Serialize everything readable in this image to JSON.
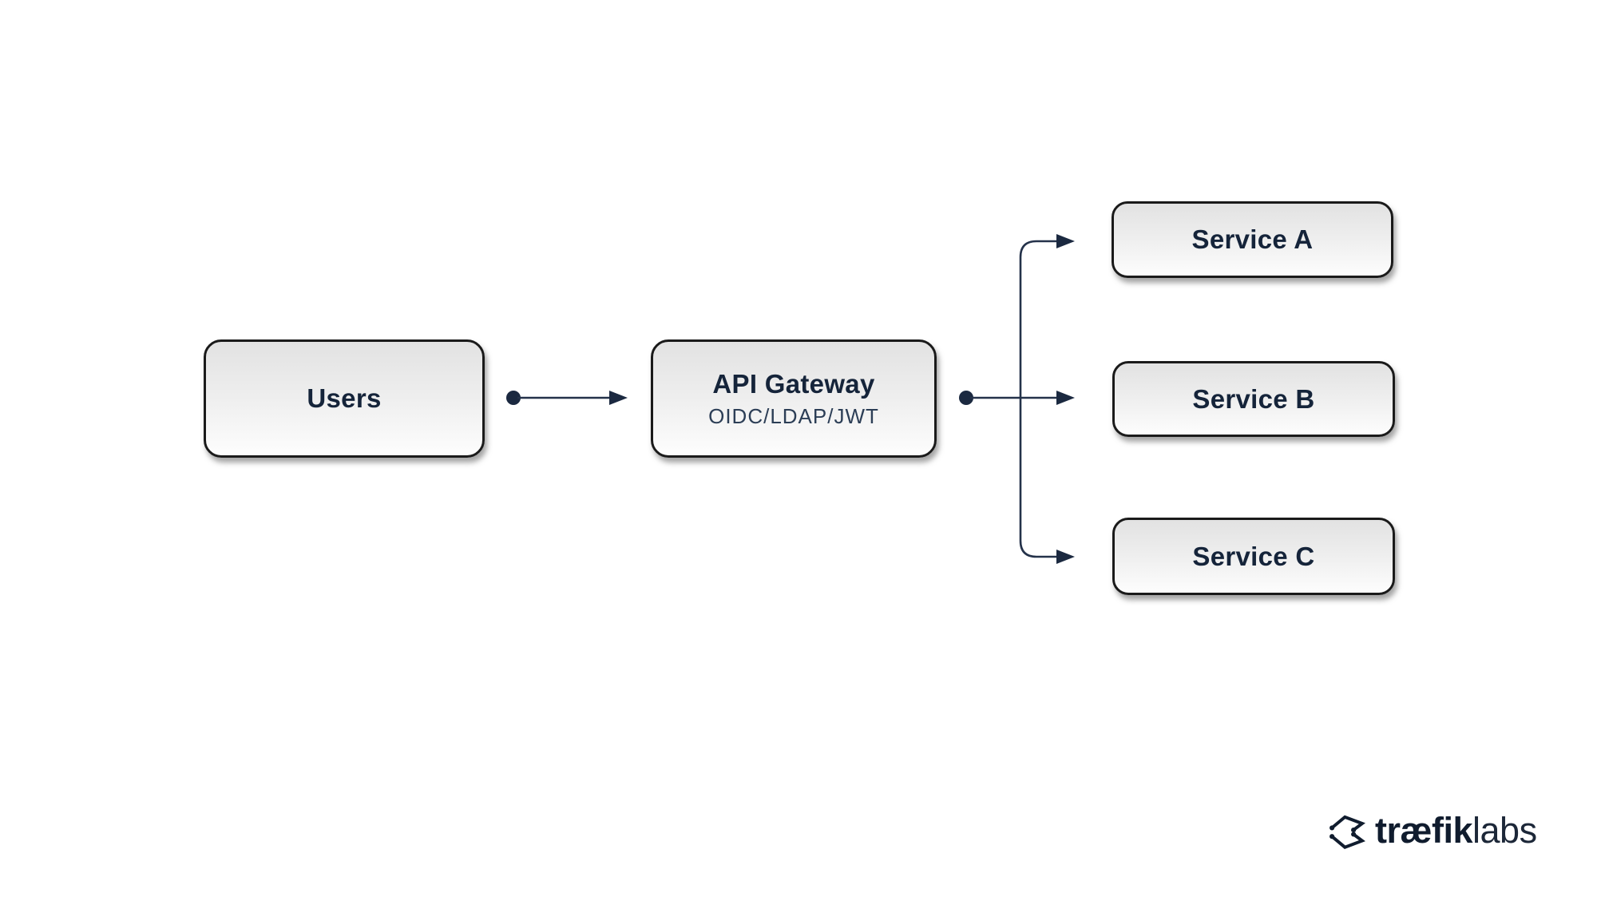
{
  "page": {
    "background_color": "#ffffff",
    "kind": "architecture-diagram"
  },
  "diagram": {
    "nodes": {
      "users": {
        "label": "Users"
      },
      "gateway": {
        "title": "API Gateway",
        "subtitle": "OIDC/LDAP/JWT"
      },
      "service_a": {
        "label": "Service A"
      },
      "service_b": {
        "label": "Service B"
      },
      "service_c": {
        "label": "Service C"
      }
    },
    "edges": [
      {
        "from": "Users",
        "to": "API Gateway",
        "style": "dot-start, arrow-end"
      },
      {
        "from": "API Gateway",
        "to": "Service A",
        "style": "dot-start, rounded-branch, arrow-end"
      },
      {
        "from": "API Gateway",
        "to": "Service B",
        "style": "dot-start, straight, arrow-end"
      },
      {
        "from": "API Gateway",
        "to": "Service C",
        "style": "dot-start, rounded-branch, arrow-end"
      }
    ],
    "colors": {
      "node_border": "#1a1a1a",
      "node_fill_top": "#e2e2e2",
      "node_fill_bottom": "#fdfdfd",
      "node_title_text": "#15243a",
      "node_subtitle_text": "#2c3e56",
      "connector_line": "#24324a",
      "background": "#ffffff",
      "brand": "#101c2e"
    }
  },
  "branding": {
    "logo_icon": "traefik-logo-icon",
    "logo_text_bold": "træfik",
    "logo_text_light": "labs"
  }
}
